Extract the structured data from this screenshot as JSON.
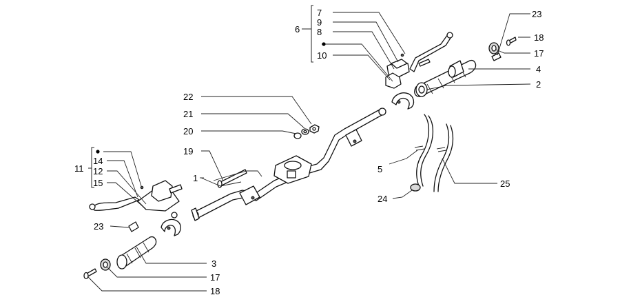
{
  "labels": {
    "l7": "7",
    "l9": "9",
    "l8": "8",
    "l6": "6",
    "l10": "10",
    "l23a": "23",
    "l18a": "18",
    "l17a": "17",
    "l4": "4",
    "l2": "2",
    "l22": "22",
    "l21": "21",
    "l20": "20",
    "l19": "19",
    "l1": "1",
    "l14": "14",
    "l11": "11",
    "l12": "12",
    "l15": "15",
    "l5": "5",
    "l25": "25",
    "l24": "24",
    "l23b": "23",
    "l3": "3",
    "l17b": "17",
    "l18b": "18"
  }
}
